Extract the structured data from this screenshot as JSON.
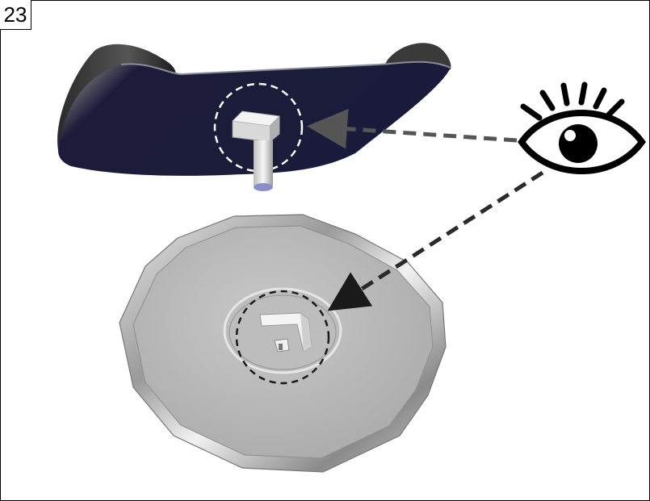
{
  "step": {
    "number": "23"
  },
  "colors": {
    "display_panel": "#1e1e3c",
    "base_metal": "#b9b9b9",
    "dashed_arrow": "#3a3a3a",
    "eye_outline": "#000000"
  },
  "icons": [
    "eye-icon",
    "dashed-arrow",
    "dashed-circle"
  ]
}
